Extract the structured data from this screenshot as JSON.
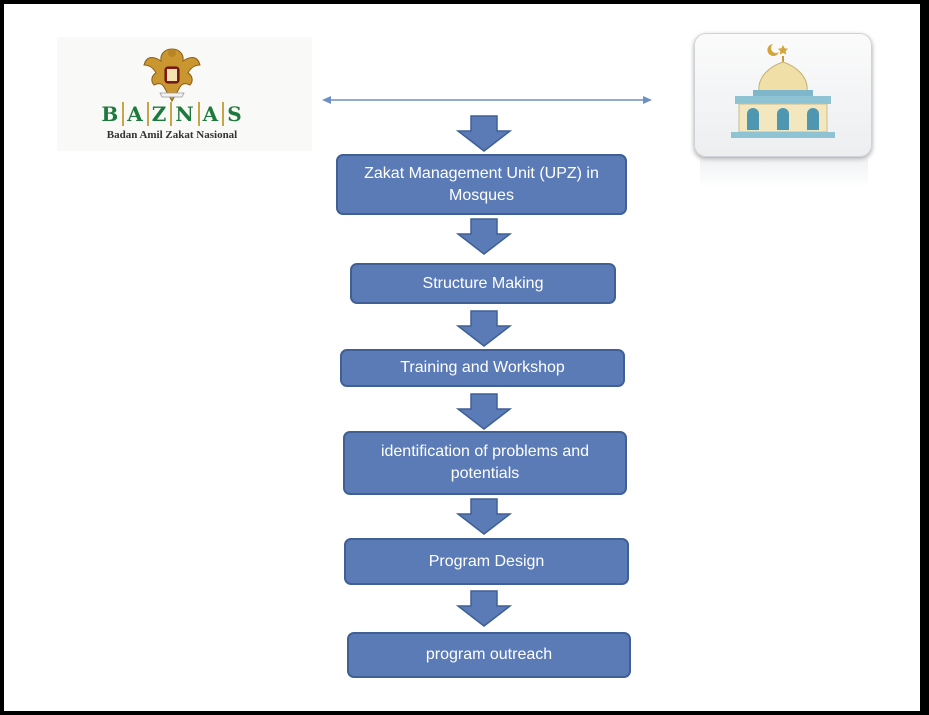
{
  "logo": {
    "letters": [
      "B",
      "A",
      "Z",
      "N",
      "A",
      "S"
    ],
    "subtitle": "Badan Amil Zakat Nasional"
  },
  "steps": [
    {
      "label": "Zakat Management Unit (UPZ) in Mosques"
    },
    {
      "label": "Structure Making"
    },
    {
      "label": "Training and Workshop"
    },
    {
      "label": "identification of problems and potentials"
    },
    {
      "label": "Program Design"
    },
    {
      "label": "program outreach"
    }
  ],
  "colors": {
    "box_fill": "#5b7bb6",
    "box_border": "#3f5f95",
    "arrow_fill": "#5b7bb6",
    "connector": "#6d8fc4",
    "baznas_green": "#1d7a3c"
  },
  "icons": [
    "garuda-emblem-icon",
    "mosque-icon",
    "down-arrow-icon",
    "double-arrow-connector"
  ]
}
